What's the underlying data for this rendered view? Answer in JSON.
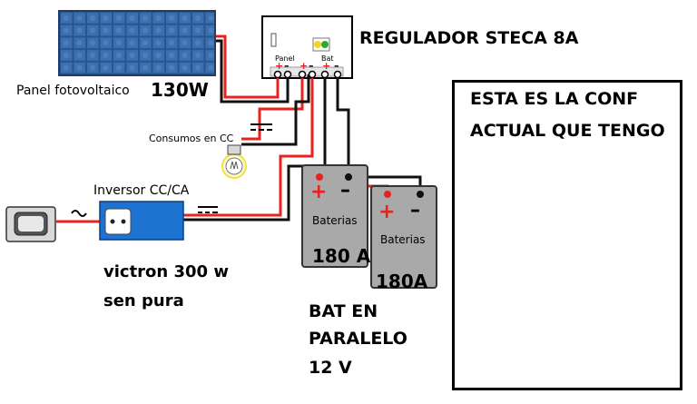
{
  "panel": {
    "label": "Panel fotovoltaico",
    "power": "130W"
  },
  "regulator": {
    "title": "REGULADOR STECA 8A",
    "panel_label": "Panel",
    "bat_label": "Bat",
    "plus": "+",
    "minus": "–"
  },
  "loads": {
    "label": "Consumos en CC"
  },
  "inverter": {
    "label": "Inversor CC/CA",
    "model_line1": "victron 300 w",
    "model_line2": "sen pura"
  },
  "batteries": {
    "label": "Baterias",
    "capacity_1": "180 A",
    "capacity_2": "180A",
    "plus": "+",
    "minus": "–",
    "config_line1": "BAT EN",
    "config_line2": "PARALELO",
    "config_line3": "12 V"
  },
  "note": {
    "line1": "ESTA ES LA CONF",
    "line2": "ACTUAL QUE TENGO"
  },
  "colors": {
    "wire_red": "#e8231f",
    "wire_black": "#111111",
    "panel_blue": "#2f5d9b",
    "inverter_blue": "#1e73d2",
    "battery_gray": "#a9a9a9"
  }
}
